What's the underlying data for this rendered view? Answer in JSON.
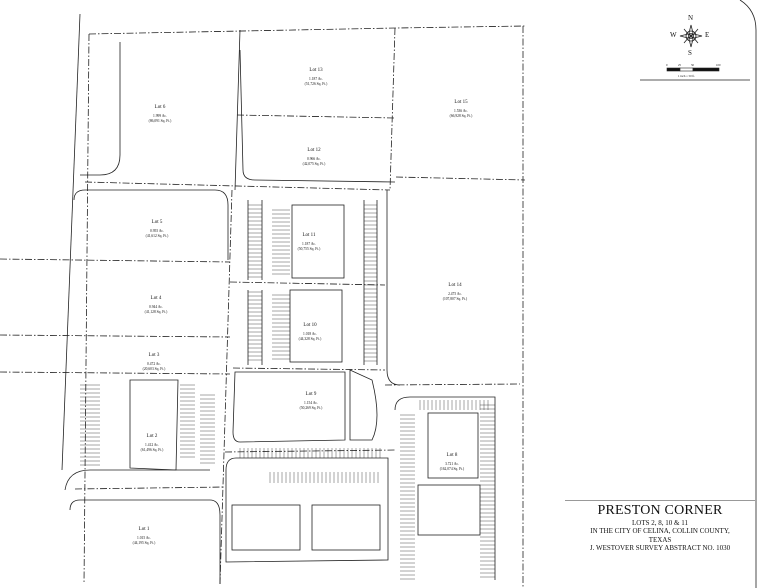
{
  "title_block": {
    "title": "PRESTON CORNER",
    "line1": "LOTS 2, 8, 10 & 11",
    "line2": "IN THE CITY OF CELINA, COLLIN COUNTY,",
    "line3": "TEXAS",
    "line4": "J. WESTOVER SURVEY ABSTRACT NO. 1030"
  },
  "compass": {
    "n": "N",
    "s": "S",
    "e": "E",
    "w": "W",
    "icon": "compass-rose-icon"
  },
  "scale": {
    "ticks": [
      "0",
      "25",
      "50",
      "100"
    ],
    "label": "1 inch = 50 ft."
  },
  "lots": [
    {
      "name": "Lot 6",
      "area": "1.999 Ac.",
      "sqft": "(86,091 Sq. Ft.)"
    },
    {
      "name": "Lot 13",
      "area": "1.187 Ac.",
      "sqft": "(51,726 Sq. Ft.)"
    },
    {
      "name": "Lot 15",
      "area": "1.536 Ac.",
      "sqft": "(66,928 Sq. Ft.)"
    },
    {
      "name": "Lot 12",
      "area": "0.966 Ac.",
      "sqft": "(42,075 Sq. Ft.)"
    },
    {
      "name": "Lot 5",
      "area": "0.955 Ac.",
      "sqft": "(41,612 Sq. Ft.)"
    },
    {
      "name": "Lot 11",
      "area": "1.187 Ac.",
      "sqft": "(50,755 Sq. Ft.)"
    },
    {
      "name": "Lot 4",
      "area": "0.944 Ac.",
      "sqft": "(41,128 Sq. Ft.)"
    },
    {
      "name": "Lot 10",
      "area": "1.018 Ac.",
      "sqft": "(44,328 Sq. Ft.)"
    },
    {
      "name": "Lot 14",
      "area": "2.475 Ac.",
      "sqft": "(107,807 Sq. Ft.)"
    },
    {
      "name": "Lot 3",
      "area": "0.472 Ac.",
      "sqft": "(20,603 Sq. Ft.)"
    },
    {
      "name": "Lot 9",
      "area": "1.154 Ac.",
      "sqft": "(50,269 Sq. Ft.)"
    },
    {
      "name": "Lot 2",
      "area": "1.412 Ac.",
      "sqft": "(61,496 Sq. Ft.)"
    },
    {
      "name": "Lot 8",
      "area": "3.721 Ac.",
      "sqft": "(162,074 Sq. Ft.)"
    },
    {
      "name": "Lot 1",
      "area": "1.015 Ac.",
      "sqft": "(44,195 Sq. Ft.)"
    }
  ]
}
